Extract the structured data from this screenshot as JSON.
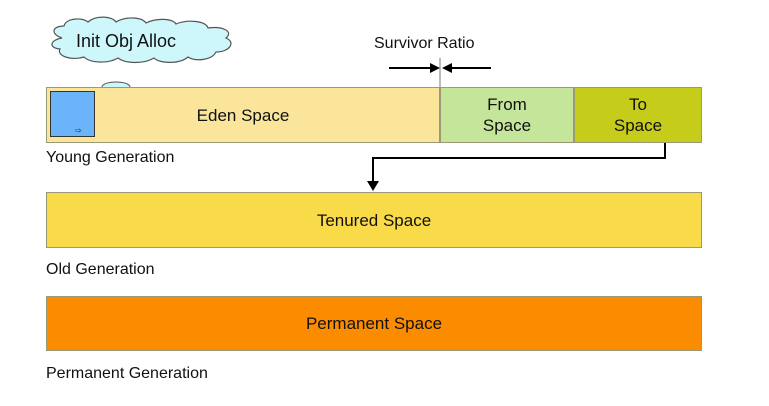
{
  "cloud": {
    "label": "Init Obj Alloc"
  },
  "survivor_ratio": {
    "label": "Survivor Ratio"
  },
  "young": {
    "eden_label": "Eden Space",
    "from_label": "From\nSpace",
    "to_label": "To\nSpace",
    "generation_label": "Young Generation"
  },
  "old": {
    "tenured_label": "Tenured Space",
    "generation_label": "Old Generation"
  },
  "perm": {
    "permanent_label": "Permanent Space",
    "generation_label": "Permanent Generation"
  },
  "colors": {
    "eden": "#FAE59A",
    "from": "#C4E59A",
    "to": "#C5CC1A",
    "tenured": "#F9DB4A",
    "permanent": "#FB8C00",
    "cloud": "#CDF7FA",
    "object": "#6BB4FA"
  }
}
